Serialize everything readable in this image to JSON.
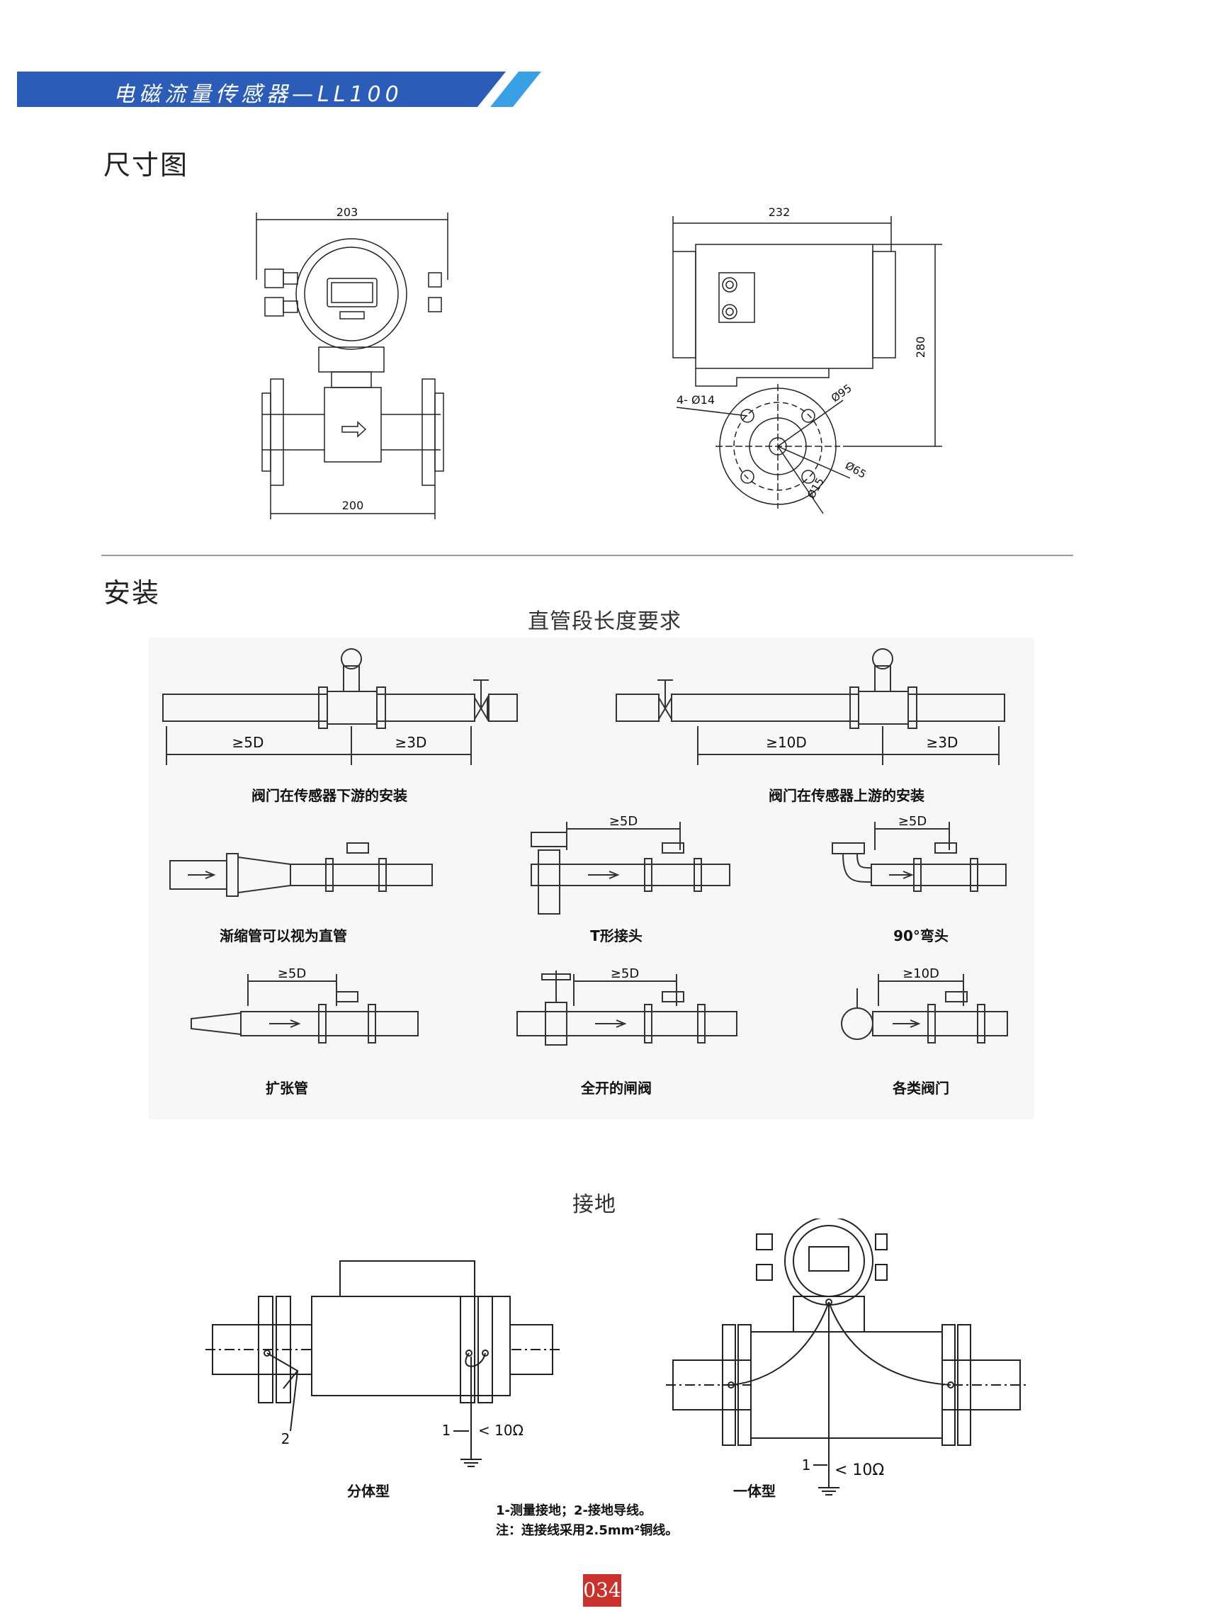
{
  "header": {
    "title": "电磁流量传感器—LL100",
    "accent_color": "#2a5cb8",
    "accent_light": "#3aa0e6"
  },
  "dimensions": {
    "section_title": "尺寸图",
    "front": {
      "width_top": "203",
      "width_bottom": "200"
    },
    "side": {
      "width_top": "232",
      "height": "280",
      "bolt_holes": "4- Ø14",
      "d95": "Ø95",
      "d65": "Ø65",
      "d15": "Ø15"
    }
  },
  "installation": {
    "section_title": "安装",
    "straight_pipe_title": "直管段长度要求",
    "valve_downstream": {
      "caption": "阀门在传感器下游的安装",
      "up": "≥5D",
      "down": "≥3D"
    },
    "valve_upstream": {
      "caption": "阀门在传感器上游的安装",
      "up": "≥10D",
      "down": "≥3D"
    },
    "reducer": {
      "caption": "渐缩管可以视为直管"
    },
    "tee": {
      "caption": "T形接头",
      "dist": "≥5D"
    },
    "elbow": {
      "caption": "90°弯头",
      "dist": "≥5D"
    },
    "expander": {
      "caption": "扩张管",
      "dist": "≥5D"
    },
    "gate_valve": {
      "caption": "全开的闸阀",
      "dist": "≥5D"
    },
    "valves": {
      "caption": "各类阀门",
      "dist": "≥10D"
    }
  },
  "grounding": {
    "title": "接地",
    "split": {
      "caption": "分体型",
      "label1": "1",
      "label2": "2",
      "resistance": "< 10Ω"
    },
    "integrated": {
      "caption": "一体型",
      "label1": "1",
      "resistance": "< 10Ω"
    },
    "note1": "1-测量接地；2-接地导线。",
    "note2": "注：连接线采用2.5mm²铜线。"
  },
  "page_number": "034"
}
